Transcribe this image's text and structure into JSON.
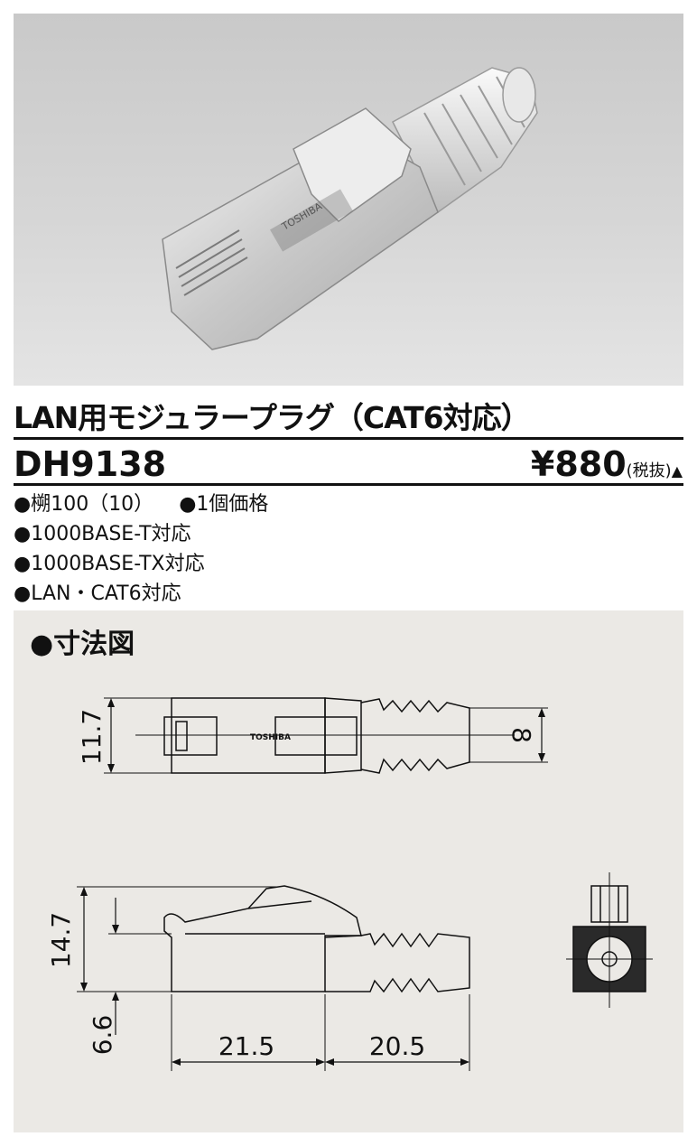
{
  "product": {
    "title": "LAN用モジュラープラグ（CAT6対応）",
    "code": "DH9138",
    "price": "¥880",
    "tax_note": "(税抜)",
    "price_marker": "▲",
    "photo_logo": "TOSHIBA"
  },
  "specs": [
    [
      "●㮶100（10）",
      "●1個価格"
    ],
    [
      "●1000BASE-T対応"
    ],
    [
      "●1000BASE-TX対応"
    ],
    [
      "●LAN・CAT6対応"
    ]
  ],
  "dimensions": {
    "heading": "●寸法図",
    "height_top": "11.7",
    "boot_dia": "8",
    "height_side": "14.7",
    "offset": "6.6",
    "body_len": "21.5",
    "boot_len": "20.5",
    "label_on_plug": "TOSHIBA"
  }
}
